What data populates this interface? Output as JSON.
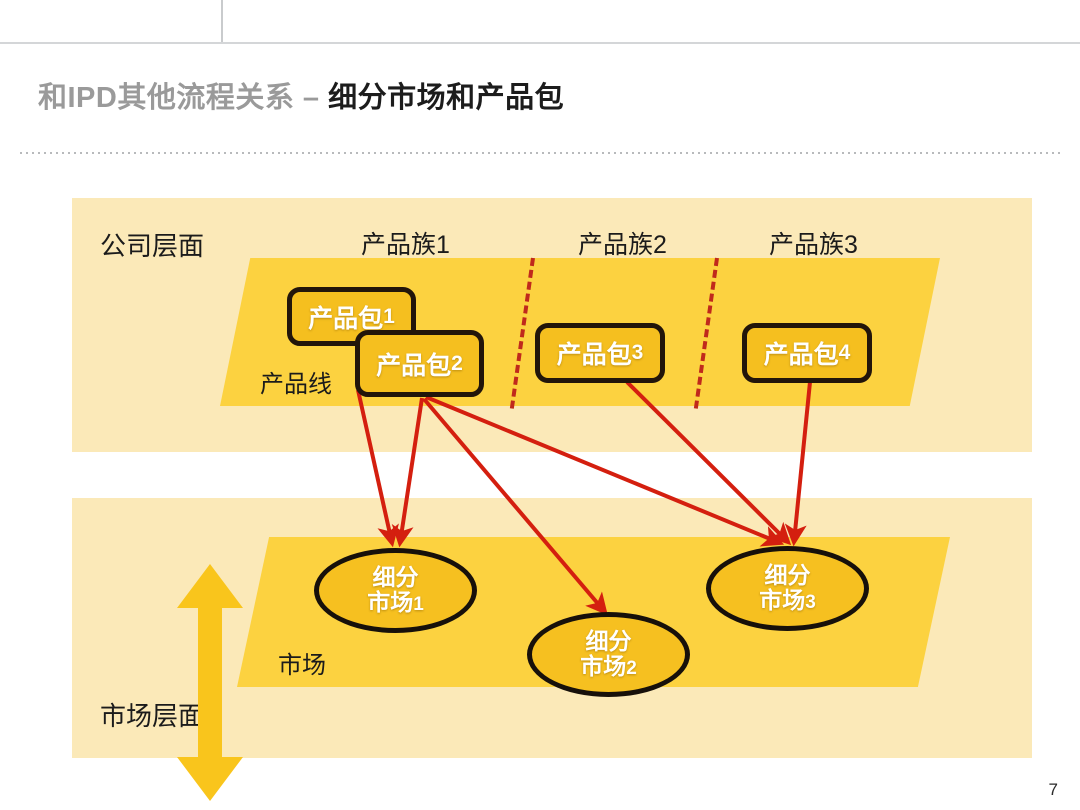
{
  "slide": {
    "page_number": "7",
    "title_gray": "和IPD其他流程关系 –",
    "title_dark": "细分市场和产品包"
  },
  "colors": {
    "panel_bg": "#FBE9B8",
    "band": "#FCD240",
    "box_fill": "#F5BF1F",
    "box_border": "#22150A",
    "arrow_red": "#D41F0F",
    "dash_red": "#C0291C",
    "double_arrow": "#F9C51C",
    "title_gray": "#9A9A9A",
    "title_dark": "#1C1C1C"
  },
  "diagram": {
    "level_labels": [
      {
        "name": "company-level",
        "text": "公司层面"
      },
      {
        "name": "market-level",
        "text": "市场层面"
      }
    ],
    "family_labels": [
      {
        "text": "产品族1"
      },
      {
        "text": "产品族2"
      },
      {
        "text": "产品族3"
      }
    ],
    "band_labels": [
      {
        "name": "product-line",
        "text": "产品线"
      },
      {
        "name": "market",
        "text": "市场"
      }
    ],
    "packages": [
      {
        "text": "产品包",
        "num": "1"
      },
      {
        "text": "产品包",
        "num": "2"
      },
      {
        "text": "产品包",
        "num": "3"
      },
      {
        "text": "产品包",
        "num": "4"
      }
    ],
    "segments": [
      {
        "line1": "细分",
        "line2": "市场",
        "num": "1"
      },
      {
        "line1": "细分",
        "line2": "市场",
        "num": "2"
      },
      {
        "line1": "细分",
        "line2": "市场",
        "num": "3"
      }
    ],
    "connections": [
      {
        "from": "产品包1",
        "to": "细分市场1"
      },
      {
        "from": "产品包2",
        "to": "细分市场1"
      },
      {
        "from": "产品包2",
        "to": "细分市场2"
      },
      {
        "from": "产品包2",
        "to": "细分市场3"
      },
      {
        "from": "产品包3",
        "to": "细分市场3"
      },
      {
        "from": "产品包4",
        "to": "细分市场3"
      }
    ]
  }
}
